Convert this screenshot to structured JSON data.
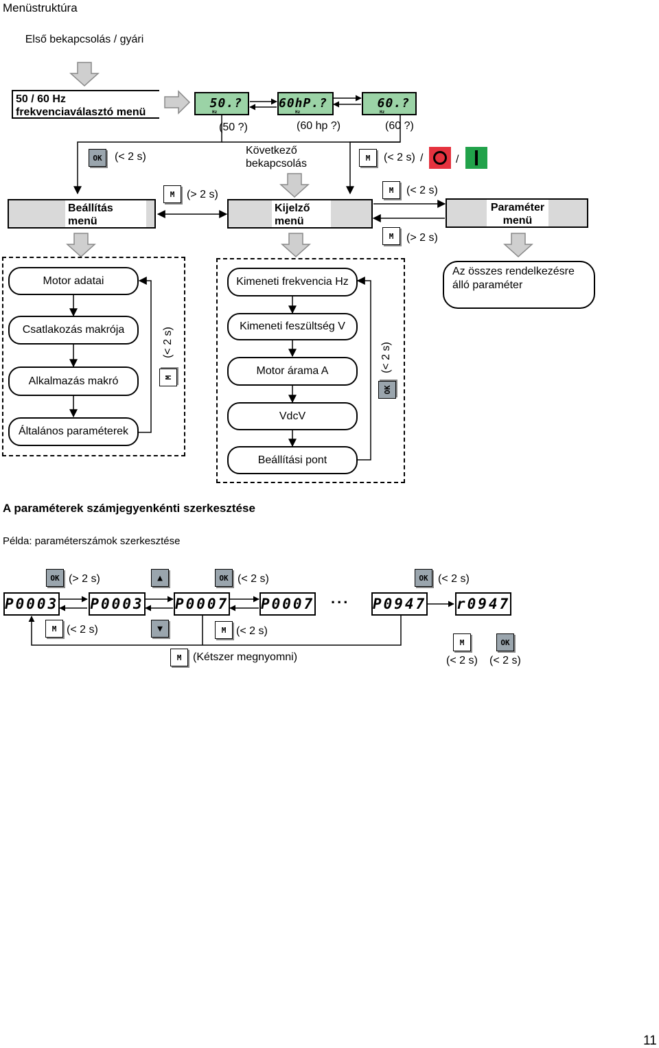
{
  "title": "Menüstruktúra",
  "first_power_on": "Első bekapcsolás / gyári",
  "freq_selector_menu": {
    "line1": "50 / 60 Hz",
    "line2": "frekvenciaválasztó menü"
  },
  "lcd_displays": [
    {
      "text": "50.?",
      "unit": "Hz",
      "caption": "(50 ?)"
    },
    {
      "text": "60hP.?",
      "unit": "Hz",
      "caption": "(60 hp ?)"
    },
    {
      "text": "60.?",
      "unit": "Hz",
      "caption": "(60 ?)"
    }
  ],
  "keys": {
    "ok": "OK",
    "m": "M",
    "up": "▲",
    "down": "▼"
  },
  "timing": {
    "short": "(< 2 s)",
    "long": "(> 2 s)"
  },
  "next_power_on": {
    "line1": "Következő",
    "line2": "bekapcsolás"
  },
  "slash": "/",
  "colors": {
    "stop_button": "#e5323e",
    "run_button": "#21a24a",
    "lcd_green": "#9bd3a6",
    "menu_grey": "#d9d9d9",
    "key_grey": "#9aa5ad"
  },
  "menus": {
    "setup": {
      "line1": "Beállítás",
      "line2": "menü"
    },
    "display": {
      "line1": "Kijelző",
      "line2": "menü"
    },
    "parameter": {
      "line1": "Paraméter",
      "line2": "menü"
    }
  },
  "setup_items": [
    "Motor adatai",
    "Csatlakozás makrója",
    "Alkalmazás makró",
    "Általános paraméterek"
  ],
  "display_items": [
    "Kimeneti frekvencia Hz",
    "Kimeneti feszültség V",
    "Motor árama A",
    "VdcV",
    "Beállítási pont"
  ],
  "parameter_items": {
    "line1": "Az összes rendelkezésre",
    "line2": "álló paraméter"
  },
  "section2_title": "A paraméterek számjegyenkénti szerkesztése",
  "example_label": "Példa: paraméterszámok szerkesztése",
  "param_displays": [
    "P0003",
    "P0003",
    "P0007",
    "P0007",
    "P0947",
    "r0947"
  ],
  "ellipsis": "...",
  "press_twice": "(Kétszer megnyomni)",
  "page_number": "11"
}
